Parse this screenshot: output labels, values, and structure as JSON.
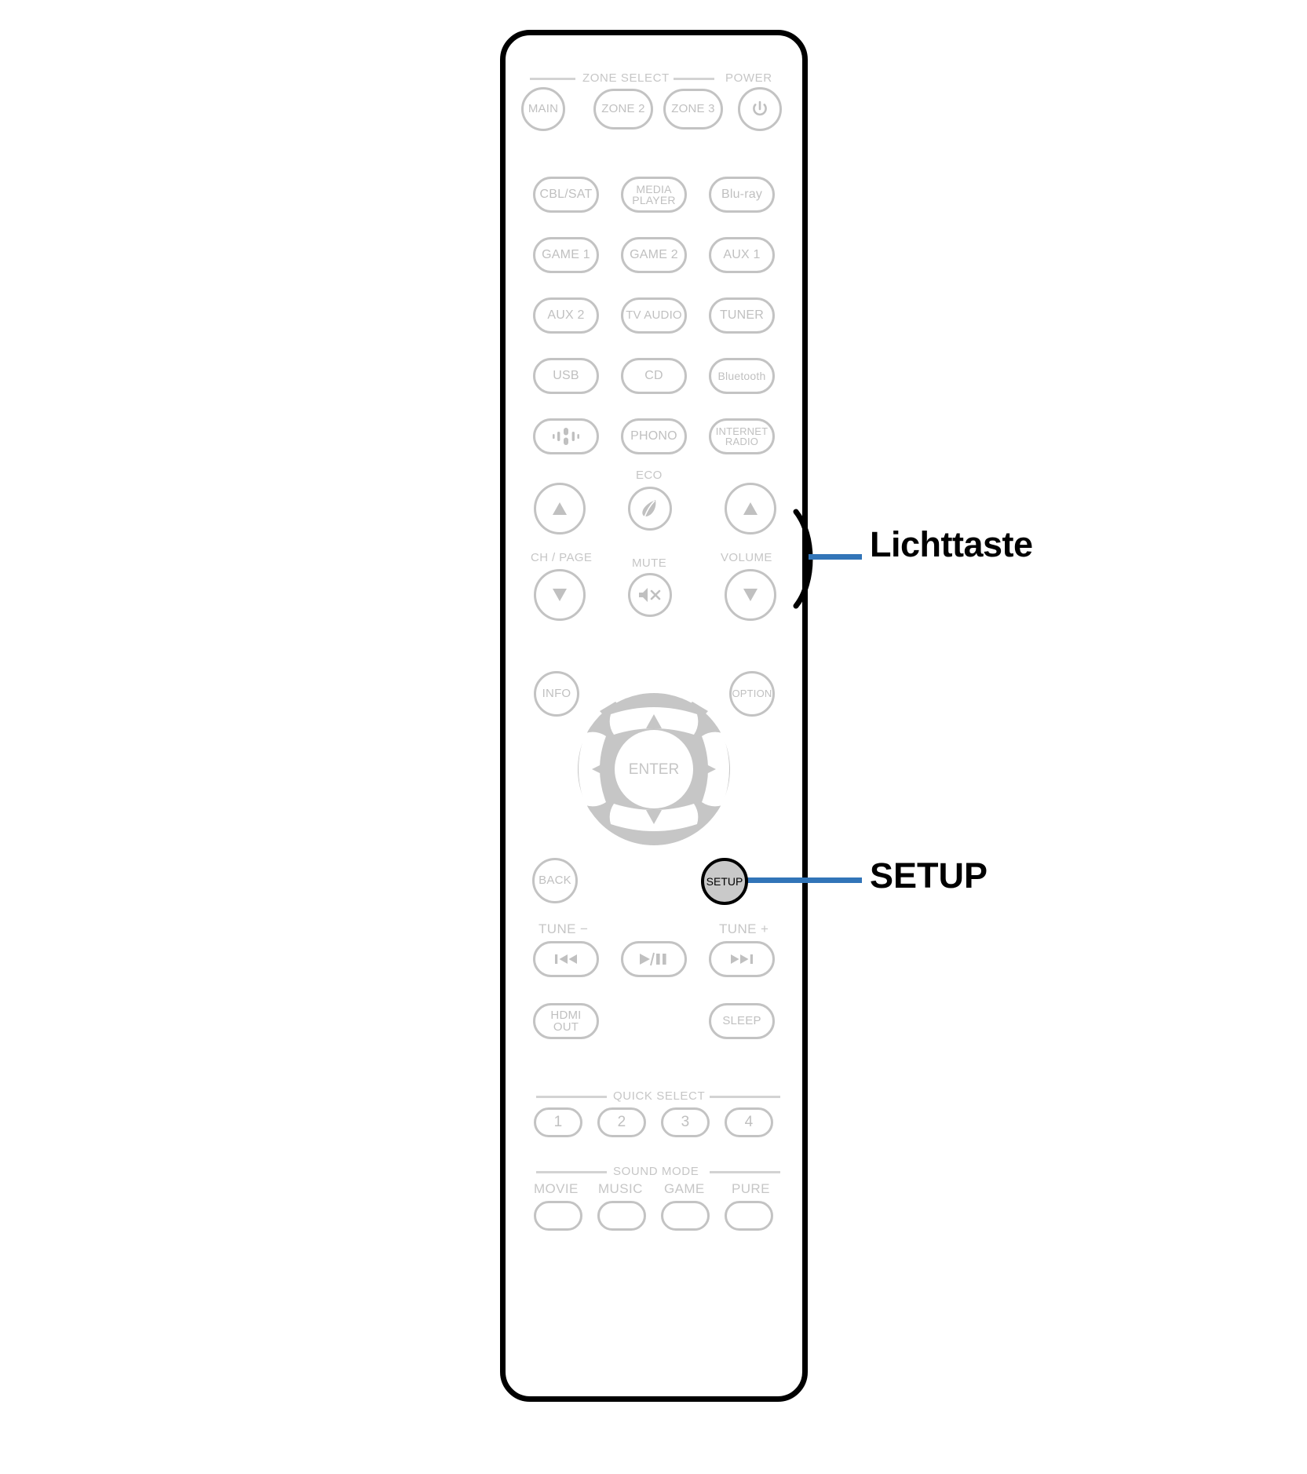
{
  "page": {
    "kind": "remote-control-diagram",
    "background": "#ffffff",
    "accent_blue": "#3275b8",
    "button_outline": "#c3c3c3",
    "label_gray": "#c6c6c6",
    "highlight_fill": "#c9c9c9",
    "highlight_outline": "#000000"
  },
  "callouts": [
    {
      "id": "light",
      "label": "Lichttaste",
      "points_to": "light-button-bulge"
    },
    {
      "id": "setup",
      "label": "SETUP",
      "points_to": "setup-button"
    }
  ],
  "remote": {
    "sections": {
      "zone_select": {
        "header": "ZONE SELECT",
        "buttons": [
          {
            "label": "MAIN",
            "shape": "circle"
          },
          {
            "label": "ZONE 2",
            "shape": "pill"
          },
          {
            "label": "ZONE 3",
            "shape": "pill"
          }
        ]
      },
      "power": {
        "header": "POWER",
        "button": {
          "label": "",
          "icon": "power-icon",
          "shape": "circle"
        }
      },
      "input_sources": {
        "rows": [
          [
            {
              "label": "CBL/SAT"
            },
            {
              "label": "MEDIA\nPLAYER",
              "line1": "MEDIA",
              "line2": "PLAYER"
            },
            {
              "label": "Blu-ray"
            }
          ],
          [
            {
              "label": "GAME 1"
            },
            {
              "label": "GAME 2"
            },
            {
              "label": "AUX 1"
            }
          ],
          [
            {
              "label": "AUX 2"
            },
            {
              "label": "TV AUDIO"
            },
            {
              "label": "TUNER"
            }
          ],
          [
            {
              "label": "USB"
            },
            {
              "label": "CD"
            },
            {
              "label": "Bluetooth"
            }
          ],
          [
            {
              "label": "",
              "icon": "heos-icon"
            },
            {
              "label": "PHONO"
            },
            {
              "label": "INTERNET\nRADIO",
              "line1": "INTERNET",
              "line2": "RADIO"
            }
          ]
        ]
      },
      "transport_cluster": {
        "ch_page_label": "CH / PAGE",
        "ch_page_up": {
          "icon": "triangle-up-icon"
        },
        "ch_page_down": {
          "icon": "triangle-down-icon"
        },
        "eco_label": "ECO",
        "eco_button": {
          "icon": "leaf-icon"
        },
        "mute_label": "MUTE",
        "mute_button": {
          "icon": "mute-speaker-icon"
        },
        "volume_label": "VOLUME",
        "volume_up": {
          "icon": "triangle-up-icon"
        },
        "volume_down": {
          "icon": "triangle-down-icon"
        }
      },
      "navigation": {
        "info": "INFO",
        "option": "OPTION",
        "enter": "ENTER",
        "cursor_up": "cursor-up-icon",
        "cursor_down": "cursor-down-icon",
        "cursor_left": "cursor-left-icon",
        "cursor_right": "cursor-right-icon",
        "back": "BACK",
        "setup": "SETUP"
      },
      "playback": {
        "tune_minus": "TUNE −",
        "tune_plus": "TUNE +",
        "previous": {
          "icon": "skip-previous-icon"
        },
        "play_pause": {
          "icon": "play-pause-icon"
        },
        "next": {
          "icon": "skip-next-icon"
        }
      },
      "misc": {
        "hdmi_out": {
          "line1": "HDMI",
          "line2": "OUT"
        },
        "sleep": {
          "label": "SLEEP"
        }
      },
      "quick_select": {
        "header": "QUICK SELECT",
        "buttons": [
          "1",
          "2",
          "3",
          "4"
        ]
      },
      "sound_mode": {
        "header": "SOUND MODE",
        "buttons": [
          "MOVIE",
          "MUSIC",
          "GAME",
          "PURE"
        ]
      }
    }
  }
}
